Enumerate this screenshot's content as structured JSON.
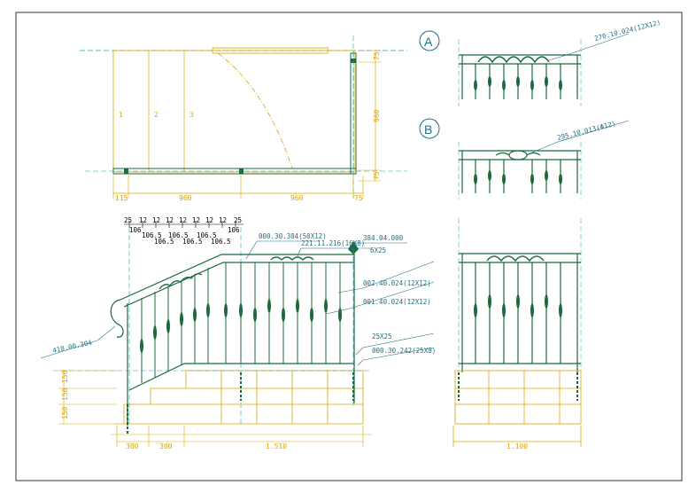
{
  "sections": {
    "a": "A",
    "b": "B"
  },
  "plan": {
    "zones": [
      "1",
      "2",
      "3"
    ],
    "dims_bottom": [
      "115",
      "960",
      "960",
      "75"
    ],
    "dims_right": [
      "75",
      "960",
      "75"
    ]
  },
  "elevation": {
    "baluster_pitch_top": [
      "25",
      "12",
      "12",
      "12",
      "12",
      "12",
      "12",
      "12",
      "25"
    ],
    "baluster_pitch_row1": [
      "106",
      "106.5",
      "106.5",
      "106.5",
      "106"
    ],
    "baluster_pitch_row2": [
      "106.5",
      "106.5",
      "106.5"
    ],
    "callouts": {
      "handrail": "000.30.304(50X12)",
      "scroll_rail": "221.11.216(16X8)",
      "finial": "384.04.000",
      "finial_size": "6X25",
      "picket_a": "002.40.024(12X12)",
      "picket_b": "001.40.024(12X12)",
      "end_scroll": "410.00.304",
      "post": "25X25",
      "bottom_rail": "000.30.242(25X8)"
    },
    "dims_left": [
      "150",
      "150",
      "150"
    ],
    "dims_bottom": [
      "300",
      "300",
      "1.510"
    ]
  },
  "section_a": {
    "callout": "270.10.024(12X12)"
  },
  "section_b": {
    "callout": "295.10.013(Φ12)",
    "dim": "1.100"
  }
}
